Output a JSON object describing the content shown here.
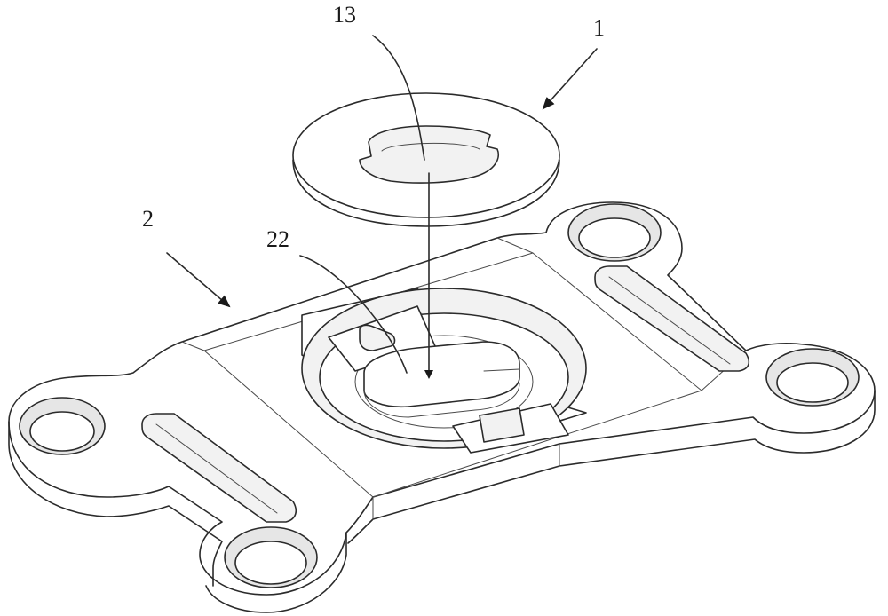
{
  "labels": {
    "part_1": "1",
    "part_2": "2",
    "part_13": "13",
    "part_22": "22"
  },
  "colors": {
    "line": "#2b2b2b",
    "background": "#ffffff"
  }
}
